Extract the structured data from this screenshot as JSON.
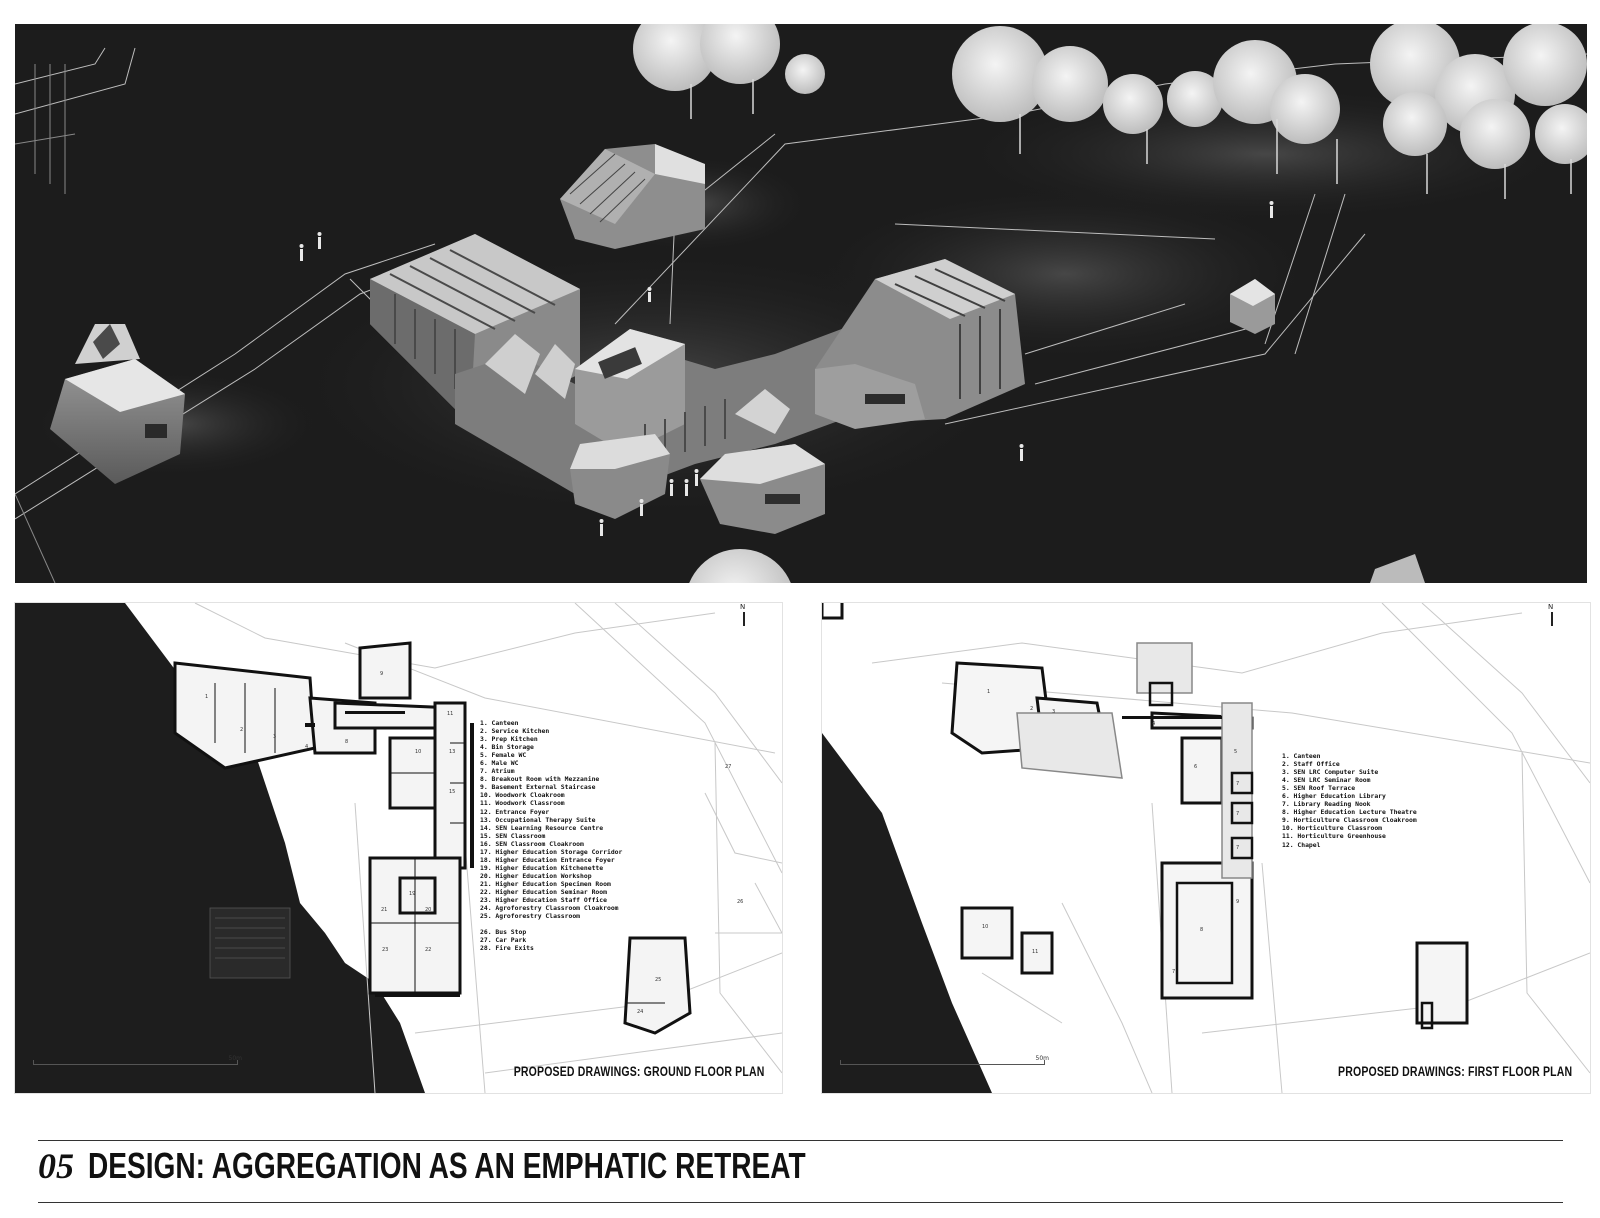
{
  "ground_floor": {
    "title": "PROPOSED DRAWINGS: GROUND FLOOR PLAN",
    "scale_label": "50m",
    "north_label": "N",
    "legend": [
      "1. Canteen",
      "2. Service Kitchen",
      "3. Prep Kitchen",
      "4. Bin Storage",
      "5. Female WC",
      "6. Male WC",
      "7. Atrium",
      "8. Breakout Room with Mezzanine",
      "9. Basement External Staircase",
      "10. Woodwork Cloakroom",
      "11. Woodwork Classroom",
      "12. Entrance Foyer",
      "13. Occupational Therapy Suite",
      "14. SEN Learning Resource Centre",
      "15. SEN Classroom",
      "16. SEN Classroom Cloakroom",
      "17. Higher Education Storage Corridor",
      "18. Higher Education Entrance Foyer",
      "19. Higher Education Kitchenette",
      "20. Higher Education Workshop",
      "21. Higher Education Specimen Room",
      "22. Higher Education Seminar Room",
      "23. Higher Education Staff Office",
      "24. Agroforestry Classroom Cloakroom",
      "25. Agroforestry Classroom"
    ],
    "legend_extra": [
      "26. Bus Stop",
      "27. Car Park",
      "28. Fire Exits"
    ]
  },
  "first_floor": {
    "title": "PROPOSED DRAWINGS: FIRST FLOOR PLAN",
    "scale_label": "50m",
    "north_label": "N",
    "legend": [
      "1. Canteen",
      "2. Staff Office",
      "3. SEN LRC Computer Suite",
      "4. SEN LRC Seminar Room",
      "5. SEN Roof Terrace",
      "6. Higher Education Library",
      "7. Library Reading Nook",
      "8. Higher Education Lecture Theatre",
      "9. Horticulture Classroom Cloakroom",
      "10. Horticulture Classroom",
      "11. Horticulture Greenhouse",
      "12. Chapel"
    ]
  },
  "footer": {
    "number": "05",
    "title": "DESIGN: AGGREGATION AS AN EMPHATIC RETREAT"
  }
}
